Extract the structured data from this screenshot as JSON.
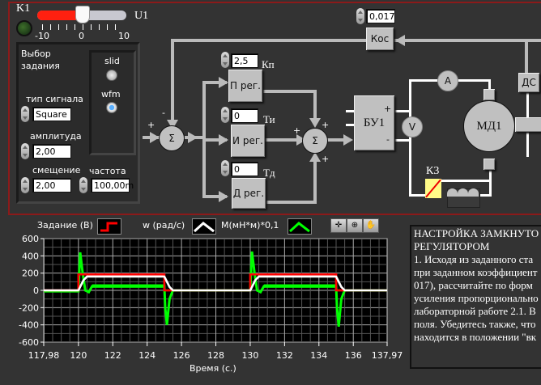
{
  "controls": {
    "k1_label": "K1",
    "u1_label": "U1",
    "slider": {
      "min": -10,
      "max": 10,
      "value": 0,
      "ticks": [
        "-10",
        "0",
        "10"
      ]
    },
    "source_panel": {
      "title_line1": "Выбор",
      "title_line2": "задания",
      "radio_slid": "slid",
      "radio_wfm": "wfm",
      "selected": "wfm",
      "signal_type_label": "тип сигнала",
      "signal_type_value": "Square",
      "amplitude_label": "амплитуда",
      "amplitude_value": "2,00",
      "offset_label": "смещение",
      "offset_value": "2,00",
      "frequency_label": "частота",
      "frequency_value": "100,00m"
    }
  },
  "diagram": {
    "kos_value": "0,017",
    "kos_label": "Кос",
    "kp_value": "2,5",
    "kp_label": "Кп",
    "ti_value": "0",
    "ti_label": "Ти",
    "td_value": "0",
    "td_label": "Тд",
    "p_block": "П рег.",
    "i_block": "И рег.",
    "d_block": "Д рег.",
    "sum_symbol": "Σ",
    "bu1": "БУ1",
    "motor": "МД1",
    "ammeter": "A",
    "voltmeter": "V",
    "ds": "ДС",
    "k3": "К3",
    "plus": "+",
    "minus": "-"
  },
  "graph": {
    "legend": {
      "setpoint": "Задание (В)",
      "speed": "w (рад/с)",
      "torque": "M(мН*м)*0,1"
    },
    "colors": {
      "setpoint": "#ff0000",
      "speed": "#ffffff",
      "torque": "#00ff00"
    },
    "tools": [
      "cursor-tool",
      "zoom-tool",
      "pan-tool"
    ]
  },
  "chart_data": {
    "type": "line",
    "title": "",
    "xlabel": "Время (с.)",
    "ylabel": "",
    "xlim": [
      117.98,
      137.97
    ],
    "ylim": [
      -600,
      600
    ],
    "x_tick_labels": [
      "117,98",
      "120",
      "122",
      "124",
      "126",
      "128",
      "130",
      "132",
      "134",
      "136",
      "137,97"
    ],
    "y_tick_labels": [
      "600",
      "400",
      "200",
      "0",
      "-200",
      "-400",
      "-600"
    ],
    "grid": true,
    "series": [
      {
        "name": "Задание (В)",
        "color": "#ff0000",
        "points": [
          [
            117.98,
            0
          ],
          [
            120,
            0
          ],
          [
            120,
            185
          ],
          [
            125,
            185
          ],
          [
            125,
            0
          ],
          [
            130,
            0
          ],
          [
            130,
            185
          ],
          [
            135,
            185
          ],
          [
            135,
            0
          ],
          [
            137.97,
            0
          ]
        ]
      },
      {
        "name": "w (рад/с)",
        "color": "#ffffff",
        "points": [
          [
            117.98,
            0
          ],
          [
            120,
            0
          ],
          [
            120.3,
            120
          ],
          [
            120.5,
            160
          ],
          [
            125,
            160
          ],
          [
            125.3,
            40
          ],
          [
            125.5,
            0
          ],
          [
            130,
            0
          ],
          [
            130.3,
            120
          ],
          [
            130.5,
            160
          ],
          [
            135,
            160
          ],
          [
            135.3,
            40
          ],
          [
            135.5,
            0
          ],
          [
            137.97,
            0
          ]
        ]
      },
      {
        "name": "M(мН*м)*0,1",
        "color": "#00ff00",
        "points": [
          [
            117.98,
            -10
          ],
          [
            120,
            -10
          ],
          [
            120.1,
            440
          ],
          [
            120.25,
            200
          ],
          [
            120.4,
            0
          ],
          [
            120.6,
            -20
          ],
          [
            120.8,
            50
          ],
          [
            125,
            50
          ],
          [
            125.05,
            -200
          ],
          [
            125.15,
            -400
          ],
          [
            125.3,
            -100
          ],
          [
            125.5,
            0
          ],
          [
            130,
            0
          ],
          [
            130.1,
            450
          ],
          [
            130.25,
            200
          ],
          [
            130.4,
            0
          ],
          [
            130.6,
            -20
          ],
          [
            130.8,
            50
          ],
          [
            135,
            50
          ],
          [
            135.05,
            -200
          ],
          [
            135.15,
            -420
          ],
          [
            135.3,
            -100
          ],
          [
            135.5,
            0
          ],
          [
            137.97,
            0
          ]
        ]
      }
    ]
  },
  "instructions": {
    "lines": [
      "НАСТРОЙКА ЗАМКНУТО",
      "РЕГУЛЯТОРОМ",
      "1. Исходя из заданного ста",
      "при заданном коэффициент",
      "017), рассчитайте по форм",
      "усиления пропорционально",
      "лабораторной работе 2.1. В",
      "поля. Убедитесь также, что",
      "находится в положении \"вк"
    ]
  }
}
